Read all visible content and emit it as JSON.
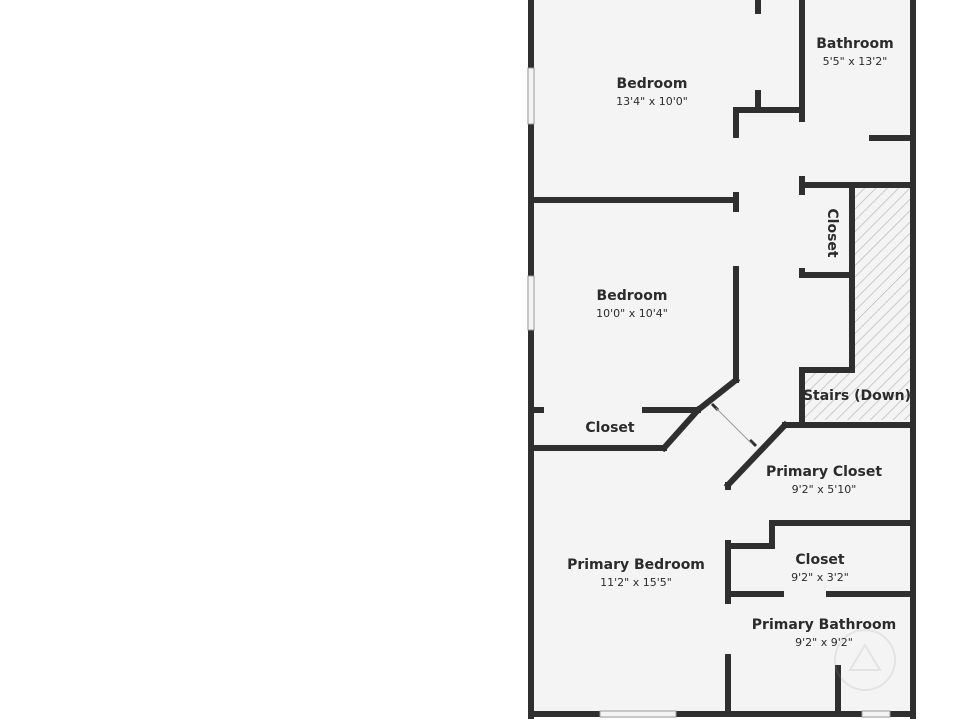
{
  "rooms": {
    "bedroom1": {
      "name": "Bedroom",
      "dims": "13'4\" x 10'0\""
    },
    "bathroom": {
      "name": "Bathroom",
      "dims": "5'5\" x 13'2\""
    },
    "closet_hall": {
      "name": "Closet"
    },
    "bedroom2": {
      "name": "Bedroom",
      "dims": "10'0\" x 10'4\""
    },
    "stairs": {
      "name": "Stairs (Down)"
    },
    "closet_bed2": {
      "name": "Closet"
    },
    "primary_closet": {
      "name": "Primary Closet",
      "dims": "9'2\" x 5'10\""
    },
    "primary_bedroom": {
      "name": "Primary Bedroom",
      "dims": "11'2\" x 15'5\""
    },
    "closet_primary": {
      "name": "Closet",
      "dims": "9'2\" x 3'2\""
    },
    "primary_bathroom": {
      "name": "Primary Bathroom",
      "dims": "9'2\" x 9'2\""
    }
  },
  "colors": {
    "wall": "#2f2f2f",
    "floor": "#f4f4f4",
    "stairs_hatch": "#bcbcbc"
  }
}
